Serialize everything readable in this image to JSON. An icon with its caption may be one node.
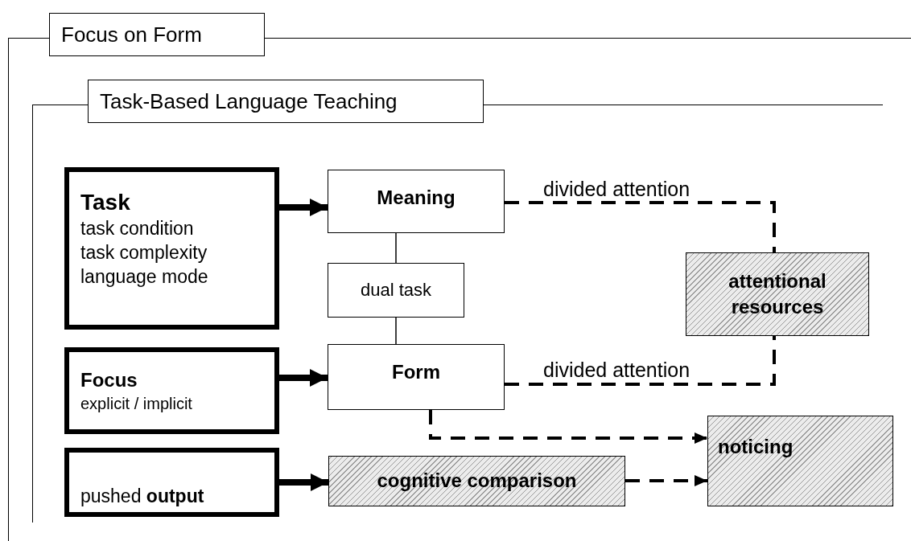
{
  "diagram": {
    "nodes": [
      {
        "text": [
          "Focus on Form"
        ]
      },
      {
        "text": [
          "Task-Based Language Teaching"
        ],
        "in": 0
      },
      {
        "text": [
          "Task",
          "task condition task complexity language mode"
        ],
        "in": 1
      },
      {
        "text": [
          "Meaning"
        ],
        "in": 1
      },
      {
        "text": [
          "dual task"
        ],
        "in": 1
      },
      {
        "text": [
          "Form"
        ],
        "in": 1
      },
      {
        "text": [
          "attentional resources"
        ],
        "in": 1
      },
      {
        "text": [
          "Focus",
          "explicit / implicit"
        ],
        "in": 1
      },
      {
        "text": [
          "pushed **output**"
        ],
        "in": 1
      },
      {
        "text": [
          "cognitive comparison"
        ],
        "in": 1
      },
      {
        "text": [
          "noticing"
        ],
        "in": 1
      }
    ],
    "edges": [
      {
        "from": 2,
        "to": 3,
        "arrow": "to",
        "style": "thick"
      },
      {
        "from": 7,
        "to": 5,
        "arrow": "to",
        "style": "thick"
      },
      {
        "from": 8,
        "to": 9,
        "arrow": "to",
        "style": "thick"
      },
      {
        "from": 3,
        "to": 4,
        "arrow": "none"
      },
      {
        "from": 4,
        "to": 5,
        "arrow": "none"
      },
      {
        "from": 3,
        "to": 6,
        "arrow": "none",
        "style": "dashed",
        "label": "divided attention"
      },
      {
        "from": 5,
        "to": 6,
        "arrow": "none",
        "style": "dashed",
        "label": "divided attention"
      },
      {
        "from": 5,
        "to": 10,
        "arrow": "to",
        "style": "dashed"
      },
      {
        "from": 9,
        "to": 10,
        "arrow": "to",
        "style": "dashed"
      }
    ]
  }
}
